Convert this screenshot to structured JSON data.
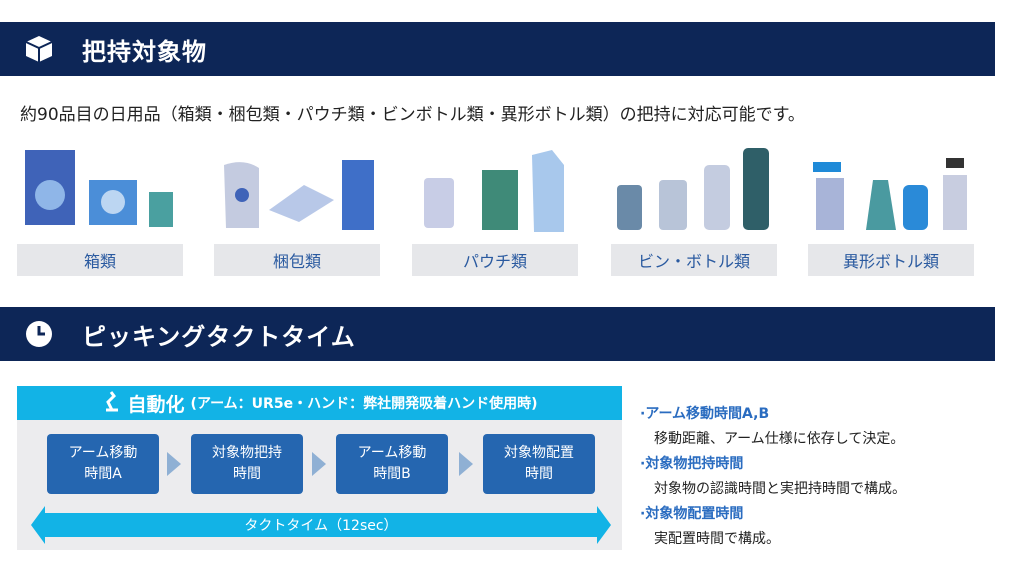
{
  "section1": {
    "title": "把持対象物",
    "icon": "box-icon"
  },
  "intro": "約90品目の日用品（箱類・梱包類・パウチ類・ビンボトル類・異形ボトル類）の把持に対応可能です。",
  "categories": [
    {
      "label": "箱類"
    },
    {
      "label": "梱包類"
    },
    {
      "label": "パウチ類"
    },
    {
      "label": "ビン・ボトル類"
    },
    {
      "label": "異形ボトル類"
    }
  ],
  "section2": {
    "title": "ピッキングタクトタイム",
    "icon": "clock-icon"
  },
  "panel": {
    "title": "自動化",
    "subtitle": "(アーム：UR5e・ハンド：弊社開発吸着ハンド使用時)",
    "icon": "robot-arm-icon",
    "steps": [
      {
        "l1": "アーム移動",
        "l2": "時間A"
      },
      {
        "l1": "対象物把持",
        "l2": "時間"
      },
      {
        "l1": "アーム移動",
        "l2": "時間B"
      },
      {
        "l1": "対象物配置",
        "l2": "時間"
      }
    ],
    "takt": "タクトタイム（12sec）"
  },
  "notes": [
    {
      "h": "·アーム移動時間A,B",
      "d": "移動距離、アーム仕様に依存して決定。"
    },
    {
      "h": "·対象物把持時間",
      "d": "対象物の認識時間と実把持時間で構成。"
    },
    {
      "h": "·対象物配置時間",
      "d": "実配置時間で構成。"
    }
  ],
  "colors": {
    "navy": "#0d2657",
    "cyan": "#12b3e6",
    "box": "#2566b0"
  }
}
